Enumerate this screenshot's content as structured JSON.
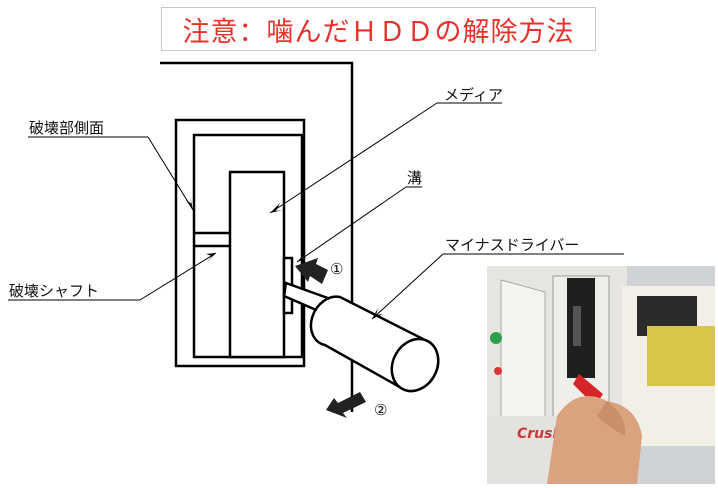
{
  "title": "注意：噛んだＨＤＤの解除方法",
  "labels": {
    "media": "メディア",
    "side": "破壊部側面",
    "groove": "溝",
    "driver": "マイナスドライバー",
    "shaft": "破壊シャフト",
    "step1": "①",
    "step2": "②"
  },
  "photo": {
    "brand_text": "Crush"
  },
  "colors": {
    "title_red": "#e8312a",
    "line": "#000000"
  }
}
